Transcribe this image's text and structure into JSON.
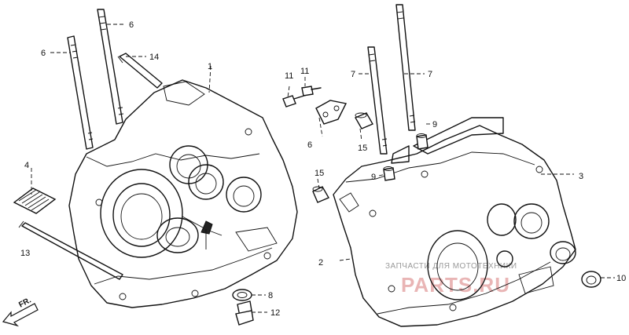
{
  "callouts": {
    "c1": "1",
    "c2": "2",
    "c3": "3",
    "c4": "4",
    "c6a": "6",
    "c6b": "6",
    "c6c": "6",
    "c7a": "7",
    "c7b": "7",
    "c8": "8",
    "c9a": "9",
    "c9b": "9",
    "c10": "10",
    "c11a": "11",
    "c11b": "11",
    "c12": "12",
    "c13": "13",
    "c14": "14",
    "c15a": "15",
    "c15b": "15"
  },
  "direction_arrow": {
    "label": "FR.",
    "icon": "front-direction-arrow-icon"
  },
  "watermark": {
    "tagline": "ЗАПЧАСТИ ДЛЯ МОТОТЕХНИКИ",
    "brand": "PARTS.RU"
  },
  "colors": {
    "line": "#111111",
    "watermark_brand": "#e9b5b5",
    "watermark_tagline": "#9a9a9a"
  }
}
